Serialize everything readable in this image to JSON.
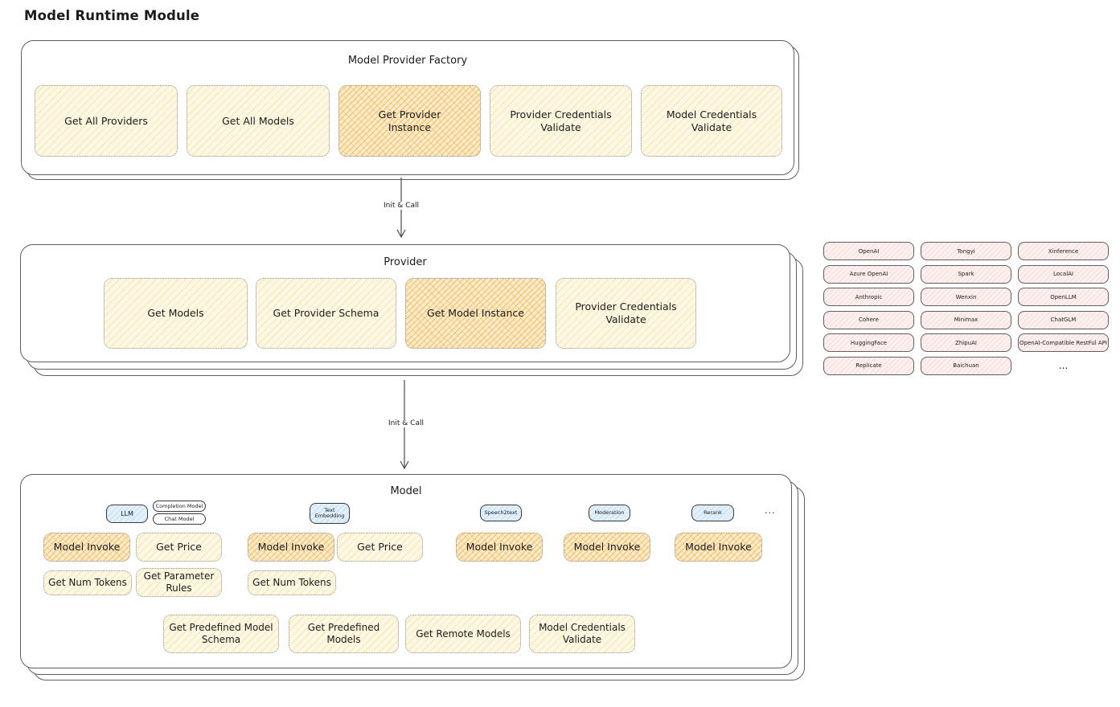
{
  "page": {
    "title": "Model Runtime Module"
  },
  "connections": {
    "init_call_1": "Init & Call",
    "init_call_2": "Init & Call"
  },
  "factory": {
    "title": "Model Provider Factory",
    "items": [
      {
        "label": "Get All Providers",
        "highlight": false
      },
      {
        "label": "Get All Models",
        "highlight": false
      },
      {
        "label": "Get Provider Instance",
        "highlight": true
      },
      {
        "label": "Provider Credentials Validate",
        "highlight": false
      },
      {
        "label": "Model Credentials Validate",
        "highlight": false
      }
    ]
  },
  "provider": {
    "title": "Provider",
    "items": [
      {
        "label": "Get Models",
        "highlight": false
      },
      {
        "label": "Get Provider Schema",
        "highlight": false
      },
      {
        "label": "Get Model Instance",
        "highlight": true
      },
      {
        "label": "Provider Credentials Validate",
        "highlight": false
      }
    ]
  },
  "providers_list": {
    "items": [
      "OpenAI",
      "Tongyi",
      "Xinference",
      "Azure OpenAI",
      "Spark",
      "LocalAI",
      "Anthropic",
      "Wenxin",
      "OpenLLM",
      "Cohere",
      "Minimax",
      "ChatGLM",
      "HuggingFace",
      "ZhipuAI",
      "OpenAI-Compatible RestFul API",
      "Replicate",
      "Baichuan"
    ],
    "more": "..."
  },
  "model": {
    "title": "Model",
    "tabs": {
      "llm": "LLM",
      "completion_model": "Completion Model",
      "chat_model": "Chat Model",
      "text_embedding": "Text Embedding",
      "speech2text": "Speech2text",
      "moderation": "Moderation",
      "rerank": "Rerank",
      "more": "..."
    },
    "actions": {
      "model_invoke": "Model Invoke",
      "get_price": "Get Price",
      "get_num_tokens": "Get Num Tokens",
      "get_parameter_rules": "Get Parameter Rules",
      "get_predefined_model_schema": "Get Predefined Model Schema",
      "get_predefined_models": "Get Predefined Models",
      "get_remote_models": "Get Remote Models",
      "model_credentials_validate": "Model Credentials Validate"
    }
  },
  "colors": {
    "yellow_fill": "#fdf8e6",
    "yellow_hatch": "#f3d36e",
    "orange_fill": "#fcecc9",
    "orange_hatch": "#eeaa46",
    "blue_fill": "#e2f0fb",
    "pink_fill": "#fdf1f0",
    "pink_hatch": "#eb9696",
    "card_border": "#5e5e5e",
    "text": "#1b1b1b"
  }
}
